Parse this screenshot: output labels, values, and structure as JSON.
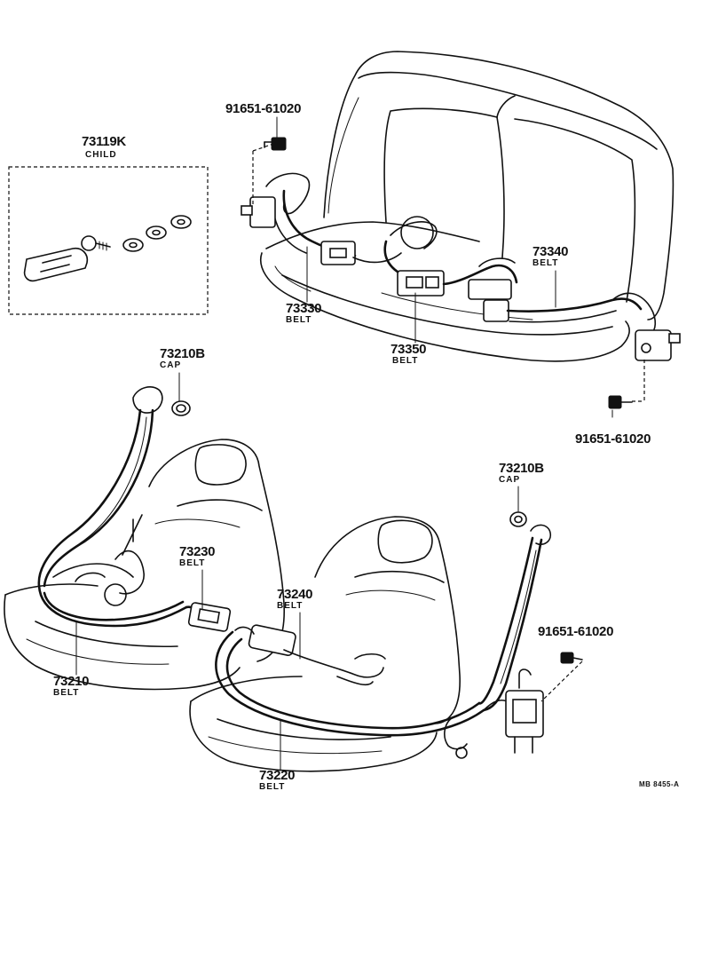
{
  "labels": {
    "bolt_top": "91651-61020",
    "child_kit": "73119K",
    "child_kit_sub": "CHILD",
    "belt_73330": "73330",
    "belt_73330_sub": "BELT",
    "belt_73350": "73350",
    "belt_73350_sub": "BELT",
    "belt_73340": "73340",
    "belt_73340_sub": "BELT",
    "bolt_right": "91651-61020",
    "cap_left": "73210B",
    "cap_left_sub": "CAP",
    "belt_73230": "73230",
    "belt_73230_sub": "BELT",
    "belt_73240": "73240",
    "belt_73240_sub": "BELT",
    "belt_73210": "73210",
    "belt_73210_sub": "BELT",
    "belt_73220": "73220",
    "belt_73220_sub": "BELT",
    "cap_right": "73210B",
    "cap_right_sub": "CAP",
    "bolt_lower_right": "91651-61020",
    "diagram_code": "MB 8455-A"
  }
}
